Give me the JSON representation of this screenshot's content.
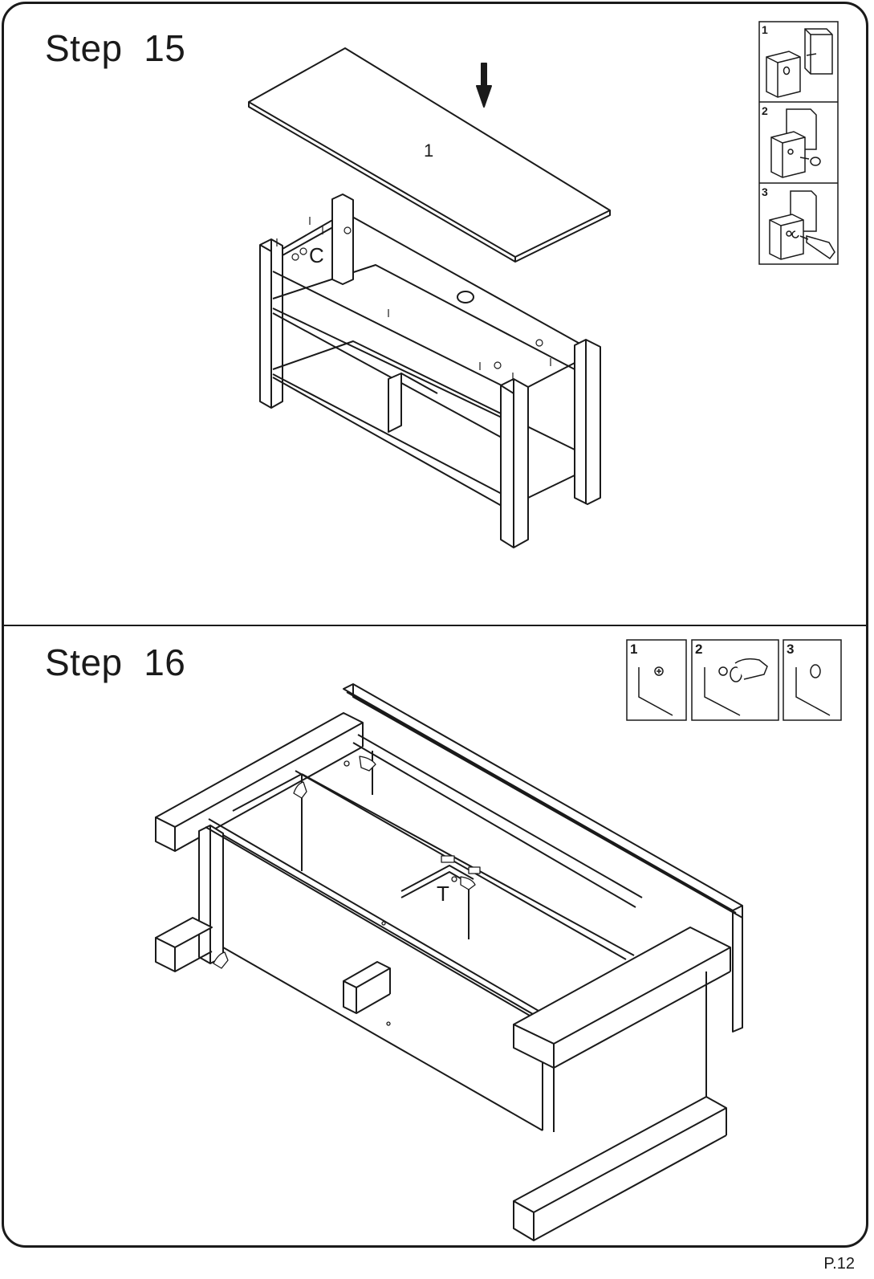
{
  "step15": {
    "title": "Step  15",
    "panel_label": "1",
    "hardware_label": "C",
    "inset_numbers": [
      "1",
      "2",
      "3"
    ]
  },
  "step16": {
    "title": "Step  16",
    "hardware_label": "T",
    "inset_numbers": [
      "1",
      "2",
      "3"
    ]
  },
  "page": {
    "number": "P.12"
  },
  "icons": [
    "arrow-down-icon",
    "cam-bolt-icon",
    "cam-lock-icon",
    "screwdriver-icon",
    "cover-cap-icon",
    "hand-icon"
  ]
}
